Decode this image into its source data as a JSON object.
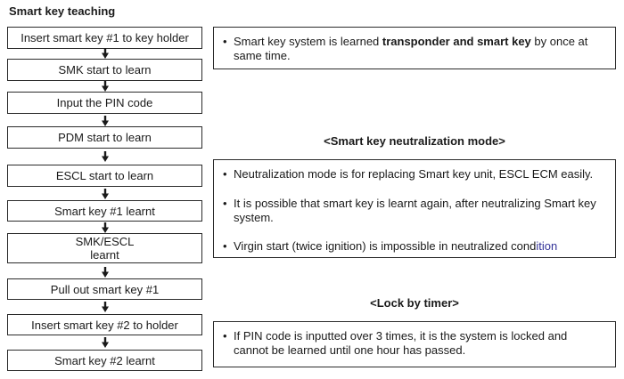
{
  "page": {
    "title": "Smart key teaching"
  },
  "flow": {
    "steps": [
      {
        "label": "Insert smart key #1 to key holder"
      },
      {
        "label": "SMK start to learn"
      },
      {
        "label": "Input the PIN code"
      },
      {
        "label": "PDM start to learn"
      },
      {
        "label": "ESCL start to learn"
      },
      {
        "label": "Smart key #1 learnt"
      },
      {
        "label": "SMK/ESCL\nlearnt"
      },
      {
        "label": "Pull out smart key #1"
      },
      {
        "label": "Insert smart key #2 to holder"
      },
      {
        "label": "Smart key #2 learnt"
      }
    ],
    "arrow_icon": "down-arrow"
  },
  "notes": {
    "smart_key_note": {
      "bullet": "•",
      "prefix": "Smart key system is learned ",
      "bold": "transponder and smart key",
      "suffix": " by once at\nsame  time."
    },
    "neutralization": {
      "heading": "<Smart key neutralization mode>",
      "bullet": "•",
      "item1": "Neutralization mode is for replacing Smart key unit, ESCL ECM easily.",
      "item2": "It is possible that smart key is learnt again, after neutralizing Smart key\nsystem.",
      "item3_prefix": "Virgin start (twice ignition) is impossible in neutralized cond",
      "item3_highlight": "ition"
    },
    "lock_by_timer": {
      "heading": "<Lock by timer>",
      "bullet": "•",
      "item1": "If PIN code is inputted over 3 times, it is the system is locked and\ncannot be learned until one hour has passed."
    }
  },
  "colors": {
    "text": "#1a1a1a",
    "border": "#2b2b2b",
    "highlight_blue": "#333399",
    "background": "#ffffff"
  }
}
